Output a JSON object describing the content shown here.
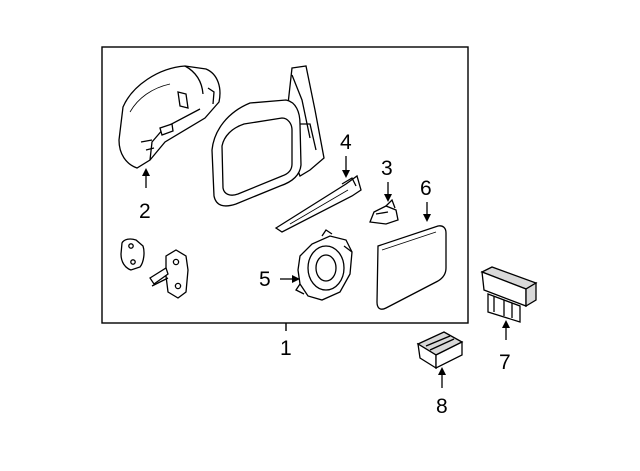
{
  "callouts": {
    "c1": "1",
    "c2": "2",
    "c3": "3",
    "c4": "4",
    "c5": "5",
    "c6": "6",
    "c7": "7",
    "c8": "8"
  },
  "colors": {
    "line": "#000000",
    "part_shade": "#d9d9d9",
    "part_fill": "#ffffff"
  }
}
